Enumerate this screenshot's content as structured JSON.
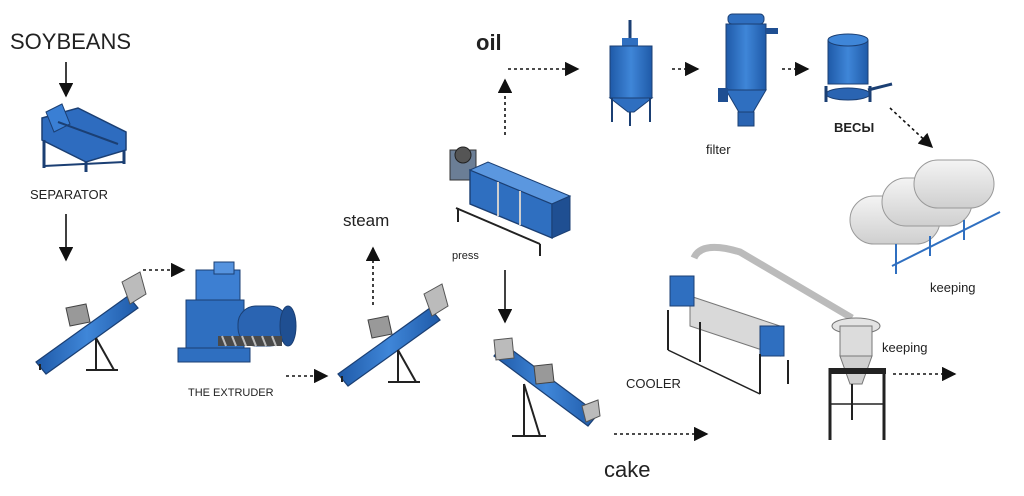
{
  "labels": {
    "soybeans": "SOYBEANS",
    "separator": "SEPARATOR",
    "extruder": "THE EXTRUDER",
    "steam": "steam",
    "oil": "oil",
    "press": "press",
    "filter": "filter",
    "scales": "ВЕСЫ",
    "keeping_tanks": "keeping",
    "cooler": "COOLER",
    "keeping_hopper": "keeping",
    "cake": "cake"
  },
  "colors": {
    "machine_blue": "#2f6fc0",
    "machine_dark": "#1b3f73",
    "frame_dark": "#2a2a2a",
    "tank_grey": "#e3e3e3",
    "arrow": "#111111"
  },
  "equipment": [
    "separator-machine",
    "screw-conveyor",
    "extruder-machine",
    "screw-conveyor",
    "screw-press",
    "screw-conveyor",
    "oil-settling-tank",
    "oil-filter",
    "weighing-scales",
    "storage-tanks",
    "cake-cooler",
    "storage-hopper"
  ]
}
